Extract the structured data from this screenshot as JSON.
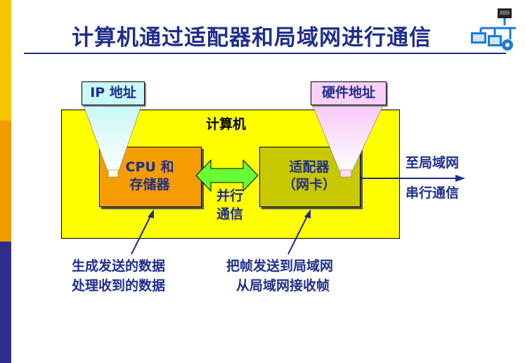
{
  "title": "计算机通过适配器和局域网进行通信",
  "computer_label": "计算机",
  "ip_tag": "IP 地址",
  "hw_tag": "硬件地址",
  "cpu_box": {
    "line1": "CPU 和",
    "line2": "存储器"
  },
  "adapter_box": {
    "line1": "适配器",
    "line2": "（网卡）"
  },
  "parallel": {
    "line1": "并行",
    "line2": "通信"
  },
  "lan": {
    "line1": "至局域网",
    "line2": "串行通信"
  },
  "cpu_note": {
    "line1": "生成发送的数据",
    "line2": "处理收到的数据"
  },
  "adapter_note": {
    "line1": "把帧发送到局域网",
    "line2": "从局域网接收帧"
  },
  "colors": {
    "title": "#1f2e8c",
    "computer": "#ffff00",
    "cpu": "#f59c00",
    "adapter": "#c8c800",
    "arrow": "#66ff33"
  }
}
